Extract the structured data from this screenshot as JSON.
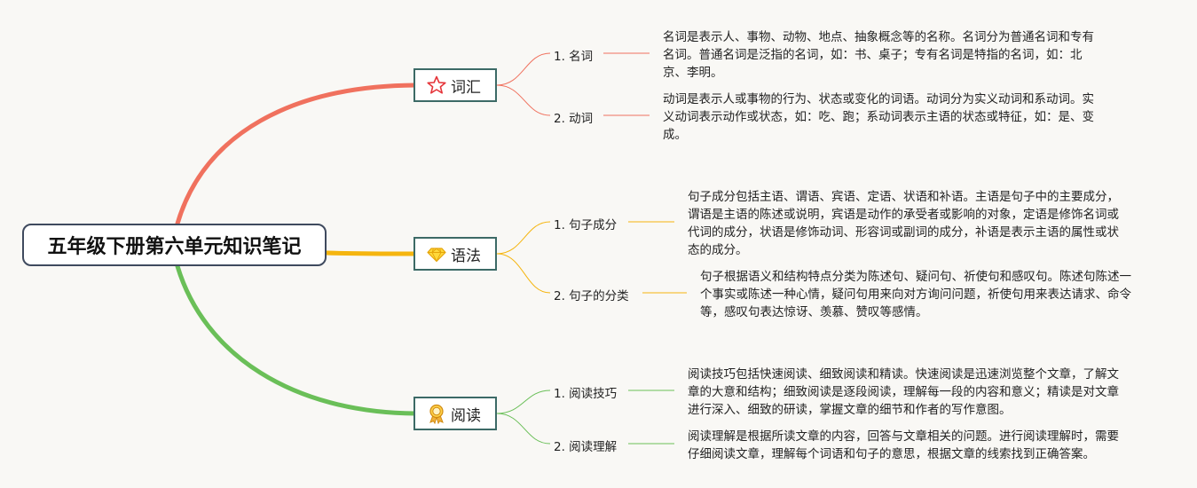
{
  "root_title": "五年级下册第六单元知识笔记",
  "colors": {
    "vocab": "#f0715e",
    "grammar": "#f5b50f",
    "reading": "#6abf58"
  },
  "branches": [
    {
      "label": "词汇",
      "icon": "star-icon",
      "items": [
        {
          "label": "1. 名词",
          "desc": "名词是表示人、事物、动物、地点、抽象概念等的名称。名词分为普通名词和专有名词。普通名词是泛指的名词，如：书、桌子；专有名词是特指的名词，如：北京、李明。"
        },
        {
          "label": "2. 动词",
          "desc": "动词是表示人或事物的行为、状态或变化的词语。动词分为实义动词和系动词。实义动词表示动作或状态，如：吃、跑；系动词表示主语的状态或特征，如：是、变成。"
        }
      ]
    },
    {
      "label": "语法",
      "icon": "diamond-icon",
      "items": [
        {
          "label": "1. 句子成分",
          "desc": "句子成分包括主语、谓语、宾语、定语、状语和补语。主语是句子中的主要成分，谓语是主语的陈述或说明，宾语是动作的承受者或影响的对象，定语是修饰名词或代词的成分，状语是修饰动词、形容词或副词的成分，补语是表示主语的属性或状态的成分。"
        },
        {
          "label": "2. 句子的分类",
          "desc": "句子根据语义和结构特点分类为陈述句、疑问句、祈使句和感叹句。陈述句陈述一个事实或陈述一种心情，疑问句用来向对方询问问题，祈使句用来表达请求、命令等，感叹句表达惊讶、羡慕、赞叹等感情。"
        }
      ]
    },
    {
      "label": "阅读",
      "icon": "medal-icon",
      "items": [
        {
          "label": "1. 阅读技巧",
          "desc": "阅读技巧包括快速阅读、细致阅读和精读。快速阅读是迅速浏览整个文章，了解文章的大意和结构；细致阅读是逐段阅读，理解每一段的内容和意义；精读是对文章进行深入、细致的研读，掌握文章的细节和作者的写作意图。"
        },
        {
          "label": "2. 阅读理解",
          "desc": "阅读理解是根据所读文章的内容，回答与文章相关的问题。进行阅读理解时，需要仔细阅读文章，理解每个词语和句子的意思，根据文章的线索找到正确答案。"
        }
      ]
    }
  ]
}
